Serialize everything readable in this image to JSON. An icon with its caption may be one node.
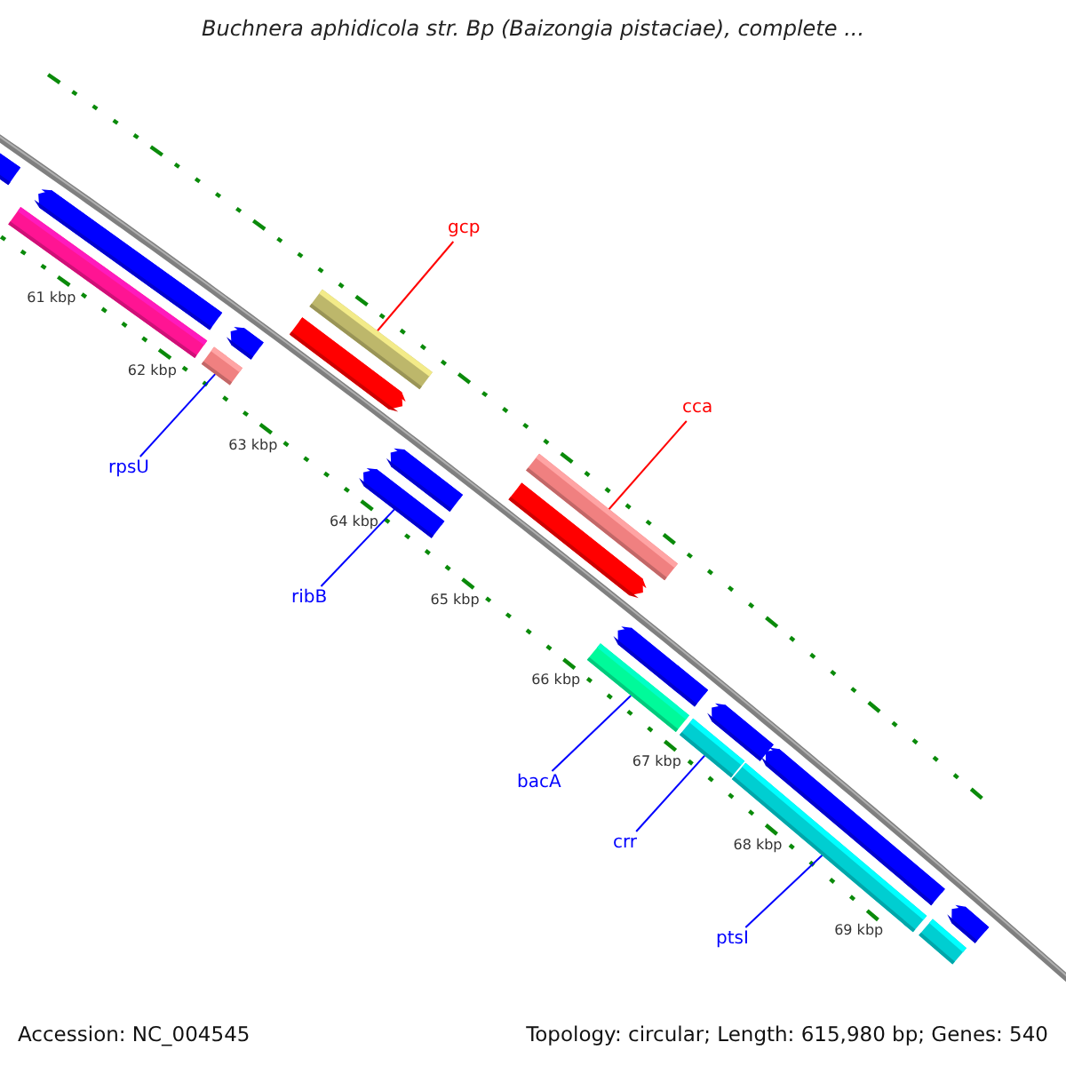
{
  "diagram": {
    "title": "Buchnera aphidicola str. Bp (Baizongia pistaciae), complete ...",
    "nodes": [
      {
        "text": [
          "gcp"
        ]
      },
      {
        "text": [
          "cca"
        ]
      },
      {
        "text": [
          "rpsU"
        ]
      },
      {
        "text": [
          "ribB"
        ]
      },
      {
        "text": [
          "bacA"
        ]
      },
      {
        "text": [
          "crr"
        ]
      },
      {
        "text": [
          "ptsI"
        ]
      },
      {
        "text": [],
        "shape": "bar"
      },
      {
        "text": [],
        "shape": "bar"
      },
      {
        "text": [],
        "shape": "bar"
      },
      {
        "text": [],
        "shape": "bar"
      },
      {
        "text": [],
        "shape": "bar"
      },
      {
        "text": [],
        "shape": "bar"
      },
      {
        "text": [],
        "shape": "bar"
      },
      {
        "text": [],
        "shape": "bar"
      },
      {
        "text": [],
        "shape": "bar"
      },
      {
        "text": [],
        "shape": "bar"
      },
      {
        "text": [],
        "shape": "bar"
      },
      {
        "text": [],
        "shape": "bar"
      },
      {
        "text": [],
        "shape": "bar"
      },
      {
        "text": [],
        "shape": "bar"
      },
      {
        "text": [],
        "shape": "bar"
      },
      {
        "text": [],
        "shape": "bar"
      },
      {
        "text": [],
        "shape": "bar"
      },
      {
        "text": [],
        "shape": "bar"
      },
      {
        "text": [],
        "shape": "bar"
      }
    ],
    "edges": [
      {
        "from": 0,
        "to": 13,
        "arrow": "none",
        "color": "#ff0000"
      },
      {
        "from": 1,
        "to": 17,
        "arrow": "none",
        "color": "#ff0000"
      },
      {
        "from": 2,
        "to": 10,
        "arrow": "none"
      },
      {
        "from": 3,
        "to": 14,
        "arrow": "none"
      },
      {
        "from": 4,
        "to": 18,
        "arrow": "none"
      },
      {
        "from": 5,
        "to": 20,
        "arrow": "none"
      },
      {
        "from": 6,
        "to": 22,
        "arrow": "none"
      }
    ],
    "labels": [
      "61 kbp",
      "62 kbp",
      "63 kbp",
      "64 kbp",
      "65 kbp",
      "66 kbp",
      "67 kbp",
      "68 kbp",
      "69 kbp",
      "Accession: NC_004545",
      "Topology: circular; Length: 615,980 bp; Genes: 540"
    ]
  }
}
